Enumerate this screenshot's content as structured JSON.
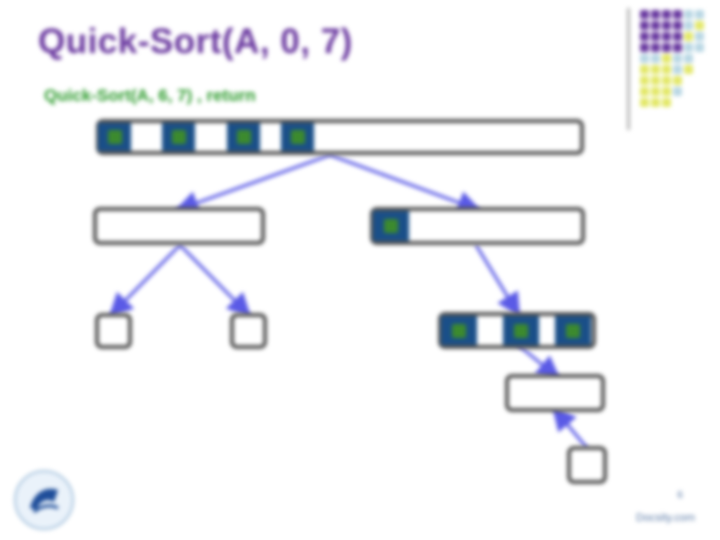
{
  "slide": {
    "title": "Quick-Sort(A, 0, 7)",
    "subtitle": "Quick-Sort(A, 6, 7) , return",
    "page_number": "6",
    "footer_brand": "Docsity.com"
  },
  "colors": {
    "title": "#6b3aa0",
    "subtitle": "#2a9a2a",
    "node_border": "#555555",
    "cell_fill": "#1a4f88",
    "cell_dot": "#3c8a2e",
    "edge": "#5a5ae6"
  },
  "tree": {
    "nodes": [
      {
        "name": "root",
        "marked_cells": 4
      },
      {
        "name": "left-child",
        "marked_cells": 0
      },
      {
        "name": "right-child",
        "marked_cells": 1
      },
      {
        "name": "left-left-leaf",
        "marked_cells": 0
      },
      {
        "name": "left-right-leaf",
        "marked_cells": 0
      },
      {
        "name": "right-right-child",
        "marked_cells": 3
      },
      {
        "name": "right-right-left-child",
        "marked_cells": 0
      },
      {
        "name": "right-right-left-leaf",
        "marked_cells": 0
      }
    ],
    "edges": [
      [
        "root",
        "left-child"
      ],
      [
        "root",
        "right-child"
      ],
      [
        "left-child",
        "left-left-leaf"
      ],
      [
        "left-child",
        "left-right-leaf"
      ],
      [
        "right-child",
        "right-right-child"
      ],
      [
        "right-right-child",
        "right-right-left-child"
      ],
      [
        "right-right-left-leaf",
        "right-right-left-child"
      ]
    ]
  },
  "decorations": {
    "corner_grid_icon": "grid-pattern",
    "logo_icon": "university-seal"
  }
}
